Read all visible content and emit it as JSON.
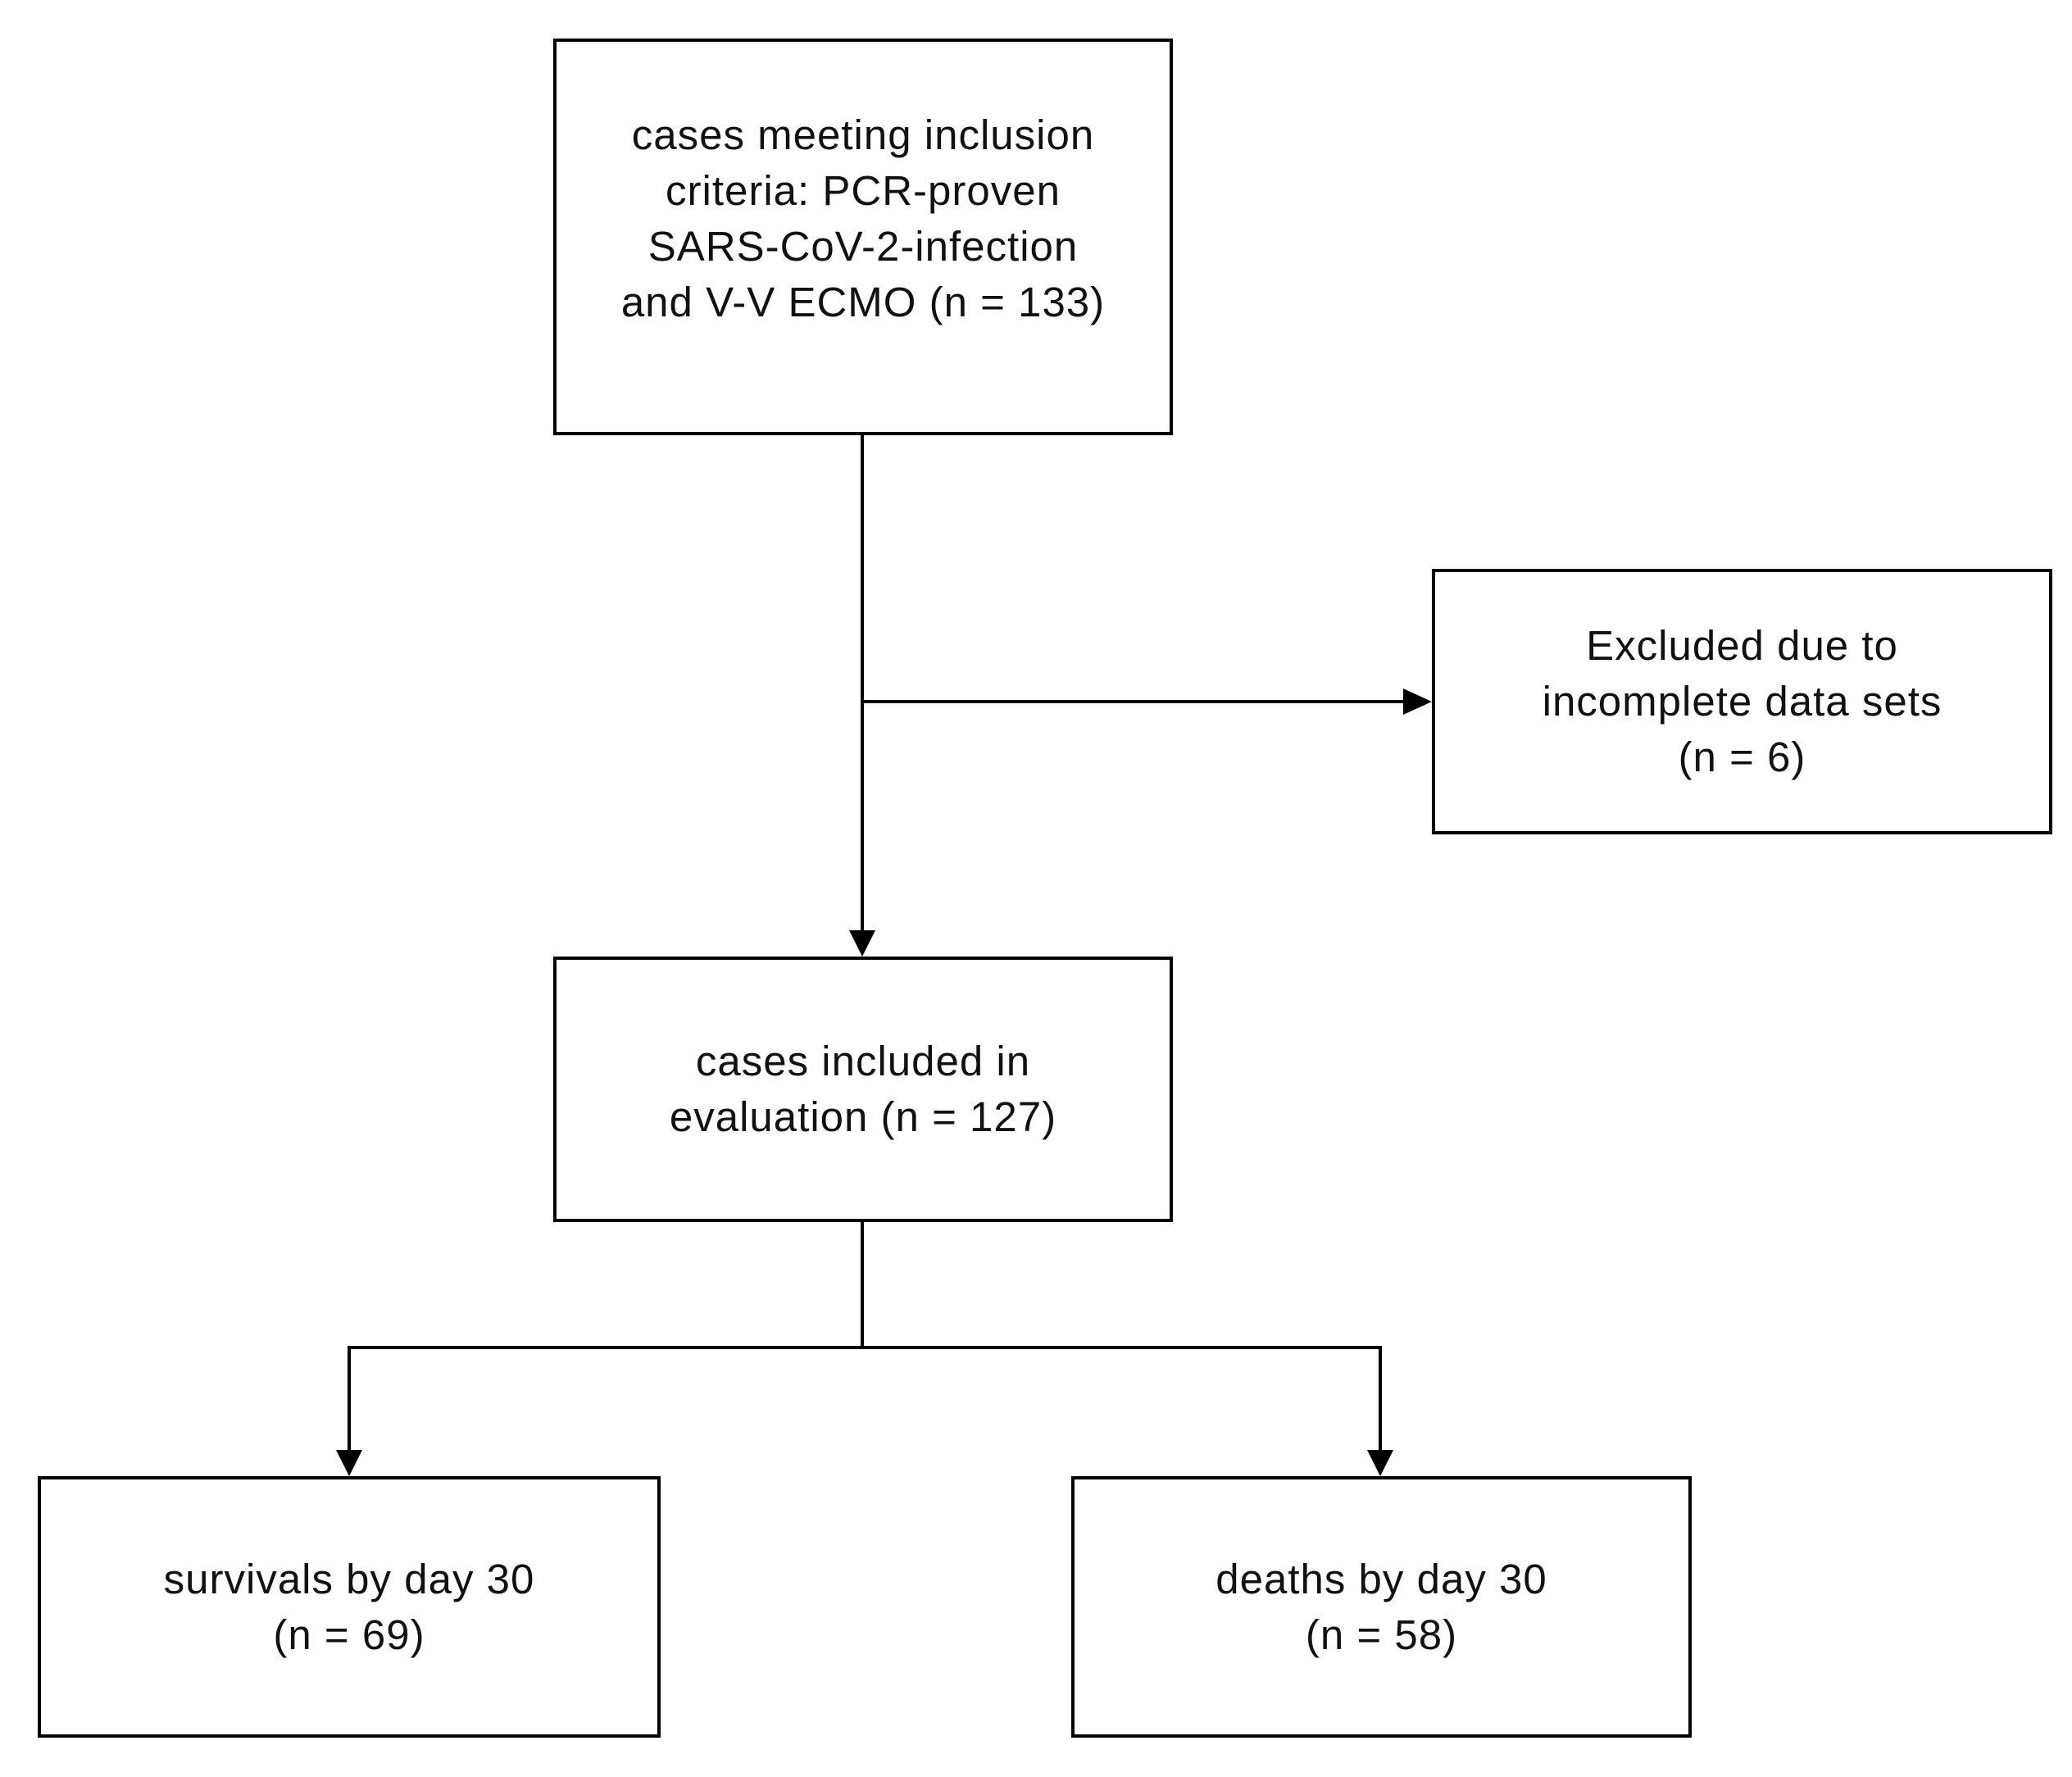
{
  "nodes": {
    "inclusion": {
      "lines": [
        "cases meeting inclusion",
        "criteria: PCR-proven",
        "SARS-CoV-2-infection",
        "and V-V ECMO  (n = 133)"
      ]
    },
    "excluded": {
      "lines": [
        "Excluded due to",
        "incomplete data sets",
        "(n = 6)"
      ]
    },
    "evaluation": {
      "lines": [
        "cases included in",
        "evaluation  (n = 127)"
      ]
    },
    "survivals": {
      "lines": [
        "survivals  by day 30",
        "(n = 69)"
      ]
    },
    "deaths": {
      "lines": [
        "deaths by day 30",
        "(n = 58)"
      ]
    }
  },
  "edges": [
    {
      "from": "inclusion",
      "to": "evaluation"
    },
    {
      "from": "inclusion",
      "to": "excluded"
    },
    {
      "from": "evaluation",
      "to": "survivals"
    },
    {
      "from": "evaluation",
      "to": "deaths"
    }
  ],
  "colors": {
    "stroke": "#000000",
    "text": "#111111",
    "background": "#ffffff"
  }
}
